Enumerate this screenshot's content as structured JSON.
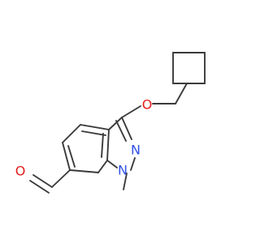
{
  "molecule": {
    "atoms": [
      {
        "id": "o-ether",
        "symbol": "O",
        "color": "#e41b1b"
      },
      {
        "id": "n2",
        "symbol": "N",
        "color": "#3050e8"
      },
      {
        "id": "n1",
        "symbol": "N",
        "color": "#3050e8"
      },
      {
        "id": "o-aldehyde",
        "symbol": "O",
        "color": "#e41b1b"
      }
    ],
    "bond_color": "#3a3a3a"
  }
}
